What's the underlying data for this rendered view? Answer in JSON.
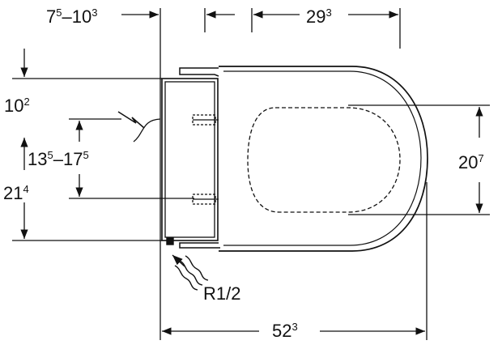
{
  "dimensions": {
    "top_left": {
      "a": "7",
      "a_sup": "5",
      "sep": "–",
      "b": "10",
      "b_sup": "3"
    },
    "top_right": {
      "a": "29",
      "a_sup": "3"
    },
    "left_upper": {
      "a": "10",
      "a_sup": "2"
    },
    "left_middle": {
      "a": "13",
      "a_sup": "5",
      "sep": "–",
      "b": "17",
      "b_sup": "5"
    },
    "left_lower": {
      "a": "21",
      "a_sup": "4"
    },
    "right_height": {
      "a": "20",
      "a_sup": "7"
    },
    "bottom_width": {
      "a": "52",
      "a_sup": "3"
    }
  },
  "labels": {
    "water_connection": "R1/2"
  },
  "icons": [
    "electrical-connection-icon",
    "water-supply-arrow-icon"
  ],
  "colors": {
    "line": "#111111",
    "background": "#ffffff"
  }
}
